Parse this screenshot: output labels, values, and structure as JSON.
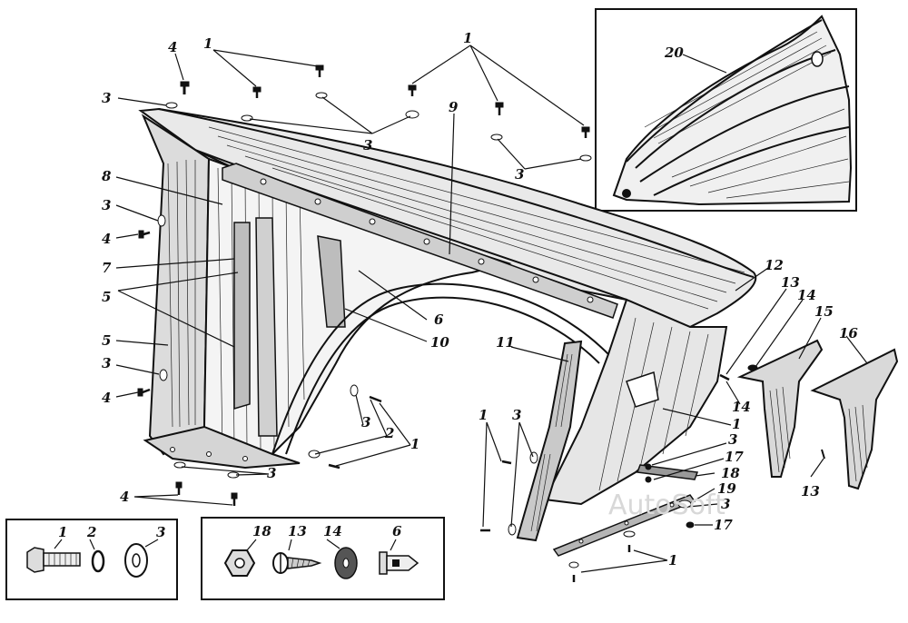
{
  "watermark": "AutoSoft",
  "main_callouts": [
    {
      "id": "c1a",
      "text": "1"
    },
    {
      "id": "c1b",
      "text": "1"
    },
    {
      "id": "c4a",
      "text": "4"
    },
    {
      "id": "c3a",
      "text": "3"
    },
    {
      "id": "c3b",
      "text": "3"
    },
    {
      "id": "c3c",
      "text": "3"
    },
    {
      "id": "c9",
      "text": "9"
    },
    {
      "id": "c8",
      "text": "8"
    },
    {
      "id": "c3d",
      "text": "3"
    },
    {
      "id": "c4b",
      "text": "4"
    },
    {
      "id": "c7",
      "text": "7"
    },
    {
      "id": "c5a",
      "text": "5"
    },
    {
      "id": "c5b",
      "text": "5"
    },
    {
      "id": "c3e",
      "text": "3"
    },
    {
      "id": "c4c",
      "text": "4"
    },
    {
      "id": "c6a",
      "text": "6"
    },
    {
      "id": "c10",
      "text": "10"
    },
    {
      "id": "c12",
      "text": "12"
    },
    {
      "id": "c13a",
      "text": "13"
    },
    {
      "id": "c14a",
      "text": "14"
    },
    {
      "id": "c15",
      "text": "15"
    },
    {
      "id": "c16",
      "text": "16"
    },
    {
      "id": "c11",
      "text": "11"
    },
    {
      "id": "c14b",
      "text": "14"
    },
    {
      "id": "c1c",
      "text": "1"
    },
    {
      "id": "c3f",
      "text": "3"
    },
    {
      "id": "c17a",
      "text": "17"
    },
    {
      "id": "c18a",
      "text": "18"
    },
    {
      "id": "c19",
      "text": "19"
    },
    {
      "id": "c3g",
      "text": "3"
    },
    {
      "id": "c17b",
      "text": "17"
    },
    {
      "id": "c1d",
      "text": "1"
    },
    {
      "id": "c13b",
      "text": "13"
    },
    {
      "id": "c1e",
      "text": "1"
    },
    {
      "id": "c3h",
      "text": "3"
    },
    {
      "id": "c3i",
      "text": "3"
    },
    {
      "id": "c2a",
      "text": "2"
    },
    {
      "id": "c1f",
      "text": "1"
    },
    {
      "id": "c3j",
      "text": "3"
    },
    {
      "id": "c4d",
      "text": "4"
    }
  ],
  "inset_callout": {
    "text": "20"
  },
  "legend_left": [
    {
      "text": "1"
    },
    {
      "text": "2"
    },
    {
      "text": "3"
    }
  ],
  "legend_right": [
    {
      "text": "18"
    },
    {
      "text": "13"
    },
    {
      "text": "14"
    },
    {
      "text": "6"
    }
  ]
}
